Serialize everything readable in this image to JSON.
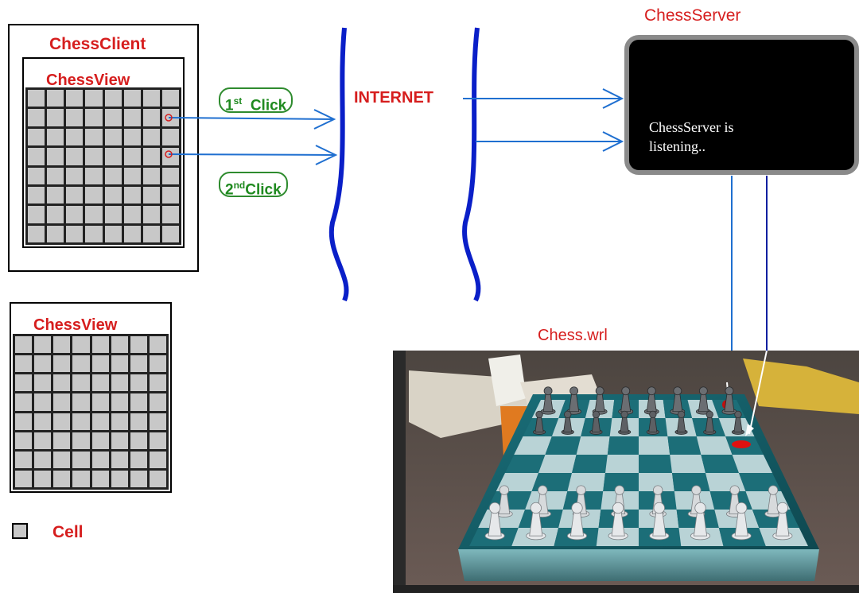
{
  "client": {
    "title": "ChessClient",
    "view_title": "ChessView"
  },
  "standalone_view": {
    "title": "ChessView"
  },
  "legend": {
    "label": "Cell"
  },
  "clicks": {
    "first_num": "1",
    "first_sup": "st",
    "first_word": "Click",
    "second_num": "2",
    "second_sup": "nd",
    "second_word": "Click"
  },
  "network": {
    "label": "INTERNET"
  },
  "server": {
    "title": "ChessServer",
    "console_text": "ChessServer is listening.."
  },
  "scene": {
    "title": "Chess.wrl"
  },
  "colors": {
    "label_red": "#d61e1e",
    "arrow_blue": "#1f6fd0",
    "internet_curve": "#0a1fc8",
    "click_green": "#1f8a1f",
    "cell_gray": "#c8c8c8"
  }
}
